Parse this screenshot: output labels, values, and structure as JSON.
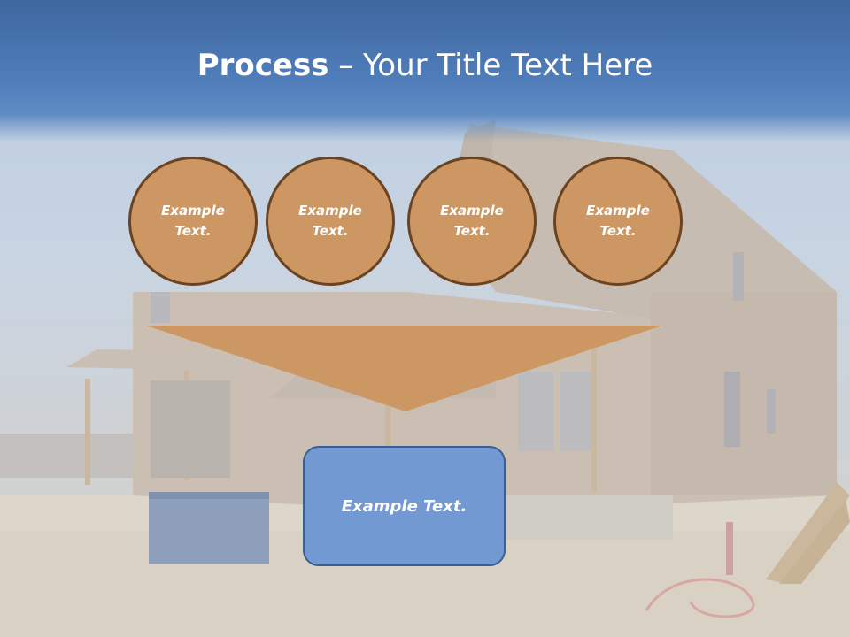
{
  "slide": {
    "title_bold": "Process",
    "title_rest": " – Your Title Text Here",
    "circles": [
      "Example Text.",
      "Example Text.",
      "Example Text.",
      "Example Text."
    ],
    "result_text": "Example Text."
  },
  "colors": {
    "header": "#4f7dba",
    "circle_fill": "#cd9764",
    "circle_border": "#6b4320",
    "funnel": "#cd9764",
    "result_fill": "#7399d2",
    "result_border": "#3c5e93"
  },
  "background": {
    "image": "house-under-construction"
  }
}
